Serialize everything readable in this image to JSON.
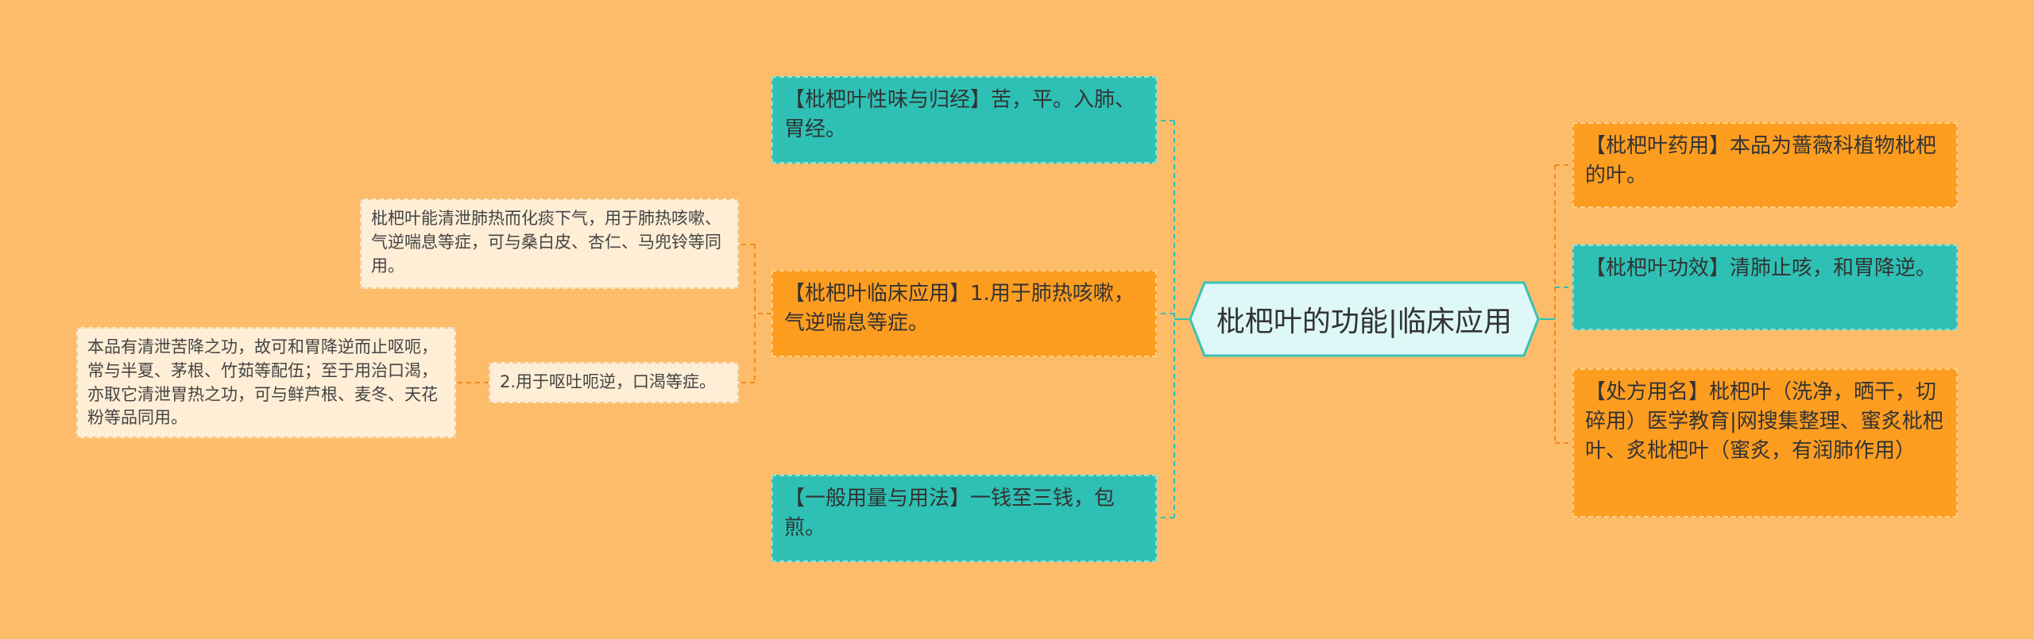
{
  "colors": {
    "background": "#FDBC6A",
    "root_fill": "#DDF8F6",
    "root_border": "#39C1B7",
    "teal_node": "#2EC0B4",
    "orange_node": "#FD9D20",
    "light_node": "#FFEED6",
    "connector_teal": "#2EC0B4",
    "connector_orange": "#F08A1C"
  },
  "root": {
    "label": "枇杷叶的功能|临床应用"
  },
  "left": {
    "taste": {
      "text": "【枇杷叶性味与归经】苦，平。入肺、胃经。"
    },
    "clinical": {
      "text": "【枇杷叶临床应用】1.用于肺热咳嗽，气逆喘息等症。",
      "note": {
        "text": "枇杷叶能清泄肺热而化痰下气，用于肺热咳嗽、气逆喘息等症，可与桑白皮、杏仁、马兜铃等同用。"
      },
      "sub": {
        "text": "2.用于呕吐呃逆，口渴等症。",
        "note": {
          "text": "本品有清泄苦降之功，故可和胃降逆而止呕呃，常与半夏、茅根、竹茹等配伍；至于用治口渴，亦取它清泄胃热之功，可与鲜芦根、麦冬、天花粉等品同用。"
        }
      }
    },
    "dosage": {
      "text": "【一般用量与用法】一钱至三钱，包煎。"
    }
  },
  "right": {
    "medicinal": {
      "text": "【枇杷叶药用】本品为蔷薇科植物枇杷的叶。"
    },
    "efficacy": {
      "text": "【枇杷叶功效】清肺止咳，和胃降逆。"
    },
    "prescription": {
      "text": "【处方用名】枇杷叶（洗净，晒干，切碎用）医学教育|网搜集整理、蜜炙枇杷叶、炙枇杷叶（蜜炙，有润肺作用）"
    }
  }
}
